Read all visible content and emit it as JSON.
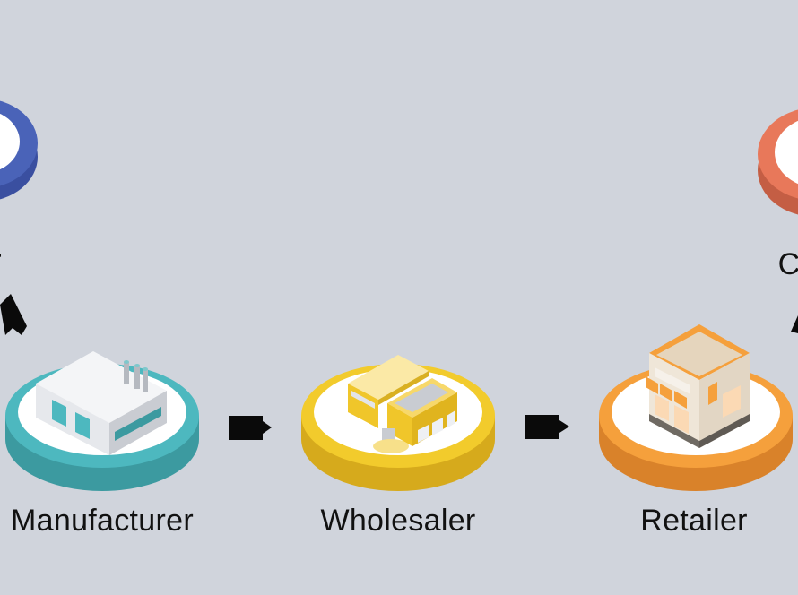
{
  "diagram": {
    "title": "Supply chain flow",
    "background": "#d0d4dc",
    "nodes": [
      {
        "id": "supplier-partial",
        "label": "r",
        "ring_color": "#4a63b8",
        "ring_side": "#3a4fa0"
      },
      {
        "id": "manufacturer",
        "label": "Manufacturer",
        "ring_color": "#4db8bf",
        "ring_side": "#3c9aa0",
        "icon": "factory-icon"
      },
      {
        "id": "wholesaler",
        "label": "Wholesaler",
        "ring_color": "#f2cb2c",
        "ring_side": "#d6aa1c",
        "icon": "warehouse-icon"
      },
      {
        "id": "retailer",
        "label": "Retailer",
        "ring_color": "#f5a03c",
        "ring_side": "#d9822a",
        "icon": "shop-icon"
      },
      {
        "id": "consumer-partial",
        "label": "C",
        "ring_color": "#e8785a",
        "ring_side": "#c45e44"
      }
    ],
    "arrows": [
      {
        "from": "manufacturer",
        "to": "wholesaler",
        "color": "#0a0a0a"
      },
      {
        "from": "wholesaler",
        "to": "retailer",
        "color": "#0a0a0a"
      },
      {
        "from": "manufacturer",
        "to": "supplier-partial",
        "color": "#0a0a0a"
      },
      {
        "from": "retailer",
        "to": "consumer-partial",
        "color": "#0a0a0a"
      }
    ]
  }
}
